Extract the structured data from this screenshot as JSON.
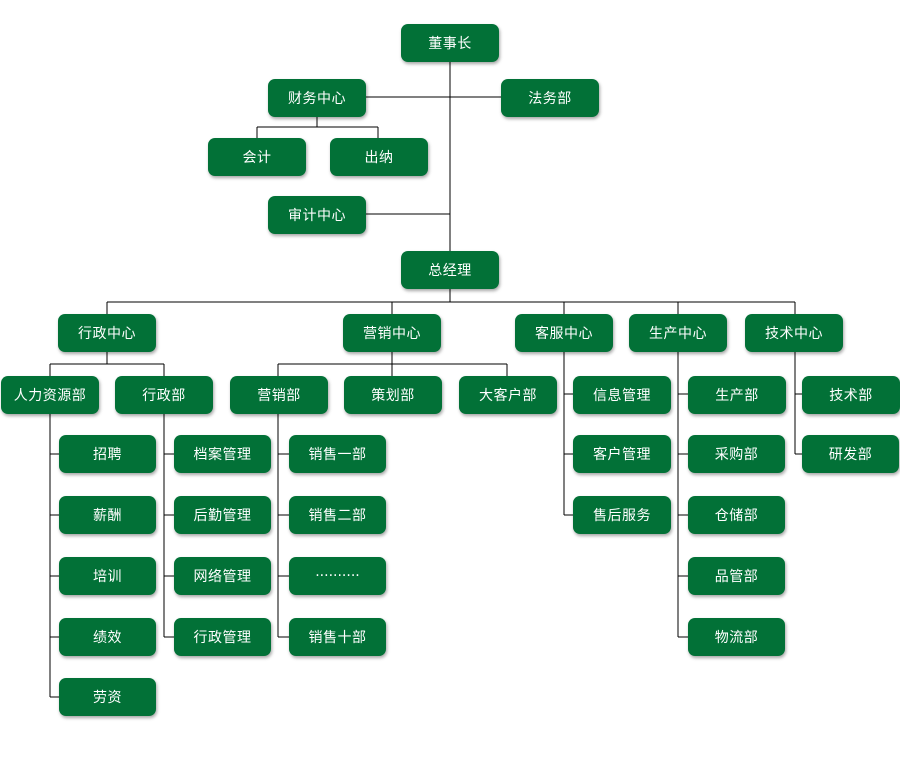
{
  "org_chart": {
    "nodes": {
      "chairman": "董事长",
      "finance_center": "财务中心",
      "legal_dept": "法务部",
      "accounting": "会计",
      "cashier": "出纳",
      "audit_center": "审计中心",
      "general_manager": "总经理",
      "admin_center": "行政中心",
      "marketing_center": "营销中心",
      "customer_service_center": "客服中心",
      "production_center": "生产中心",
      "technology_center": "技术中心",
      "hr_dept": "人力资源部",
      "admin_dept": "行政部",
      "marketing_dept": "营销部",
      "planning_dept": "策划部",
      "key_accounts_dept": "大客户部",
      "info_management": "信息管理",
      "client_management": "客户管理",
      "after_sales": "售后服务",
      "production_dept": "生产部",
      "purchasing_dept": "采购部",
      "warehouse_dept": "仓储部",
      "quality_dept": "品管部",
      "logistics_dept": "物流部",
      "tech_dept": "技术部",
      "rnd_dept": "研发部",
      "recruitment": "招聘",
      "compensation": "薪酬",
      "training": "培训",
      "performance": "绩效",
      "labor_pay": "劳资",
      "archives_management": "档案管理",
      "logistics_support": "后勤管理",
      "network_management": "网络管理",
      "admin_management": "行政管理",
      "sales_1": "销售一部",
      "sales_2": "销售二部",
      "sales_ellipsis": "··········",
      "sales_10": "销售十部"
    },
    "colors": {
      "node_fill": "#027137",
      "node_text": "#ffffff",
      "connector": "#000000"
    }
  }
}
